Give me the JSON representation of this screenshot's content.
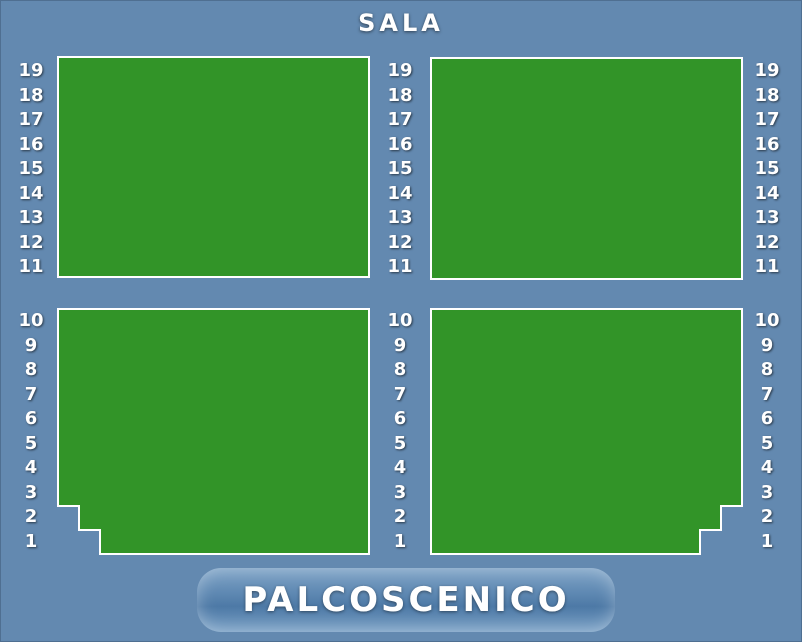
{
  "title": "SALA",
  "stage_label": "PALCOSCENICO",
  "rows_upper": [
    "19",
    "18",
    "17",
    "16",
    "15",
    "14",
    "13",
    "12",
    "11"
  ],
  "rows_lower": [
    "10",
    "9",
    "8",
    "7",
    "6",
    "5",
    "4",
    "3",
    "2",
    "1"
  ],
  "colors": {
    "background": "#6389b0",
    "seat_block": "#329428",
    "seat_block_border": "#ffffff"
  }
}
